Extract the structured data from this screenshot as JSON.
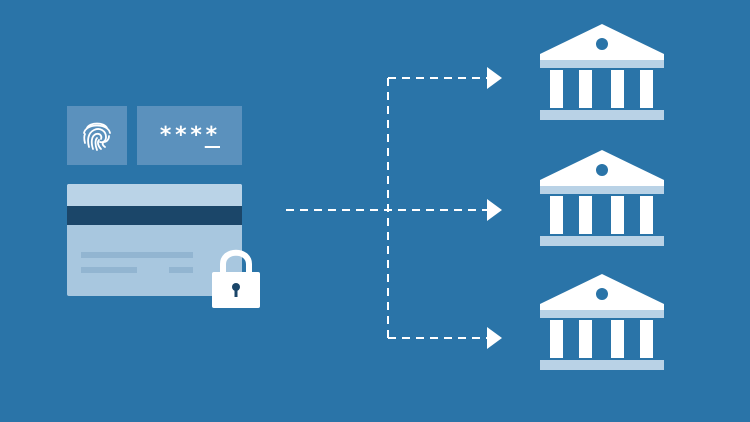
{
  "pin_tile": {
    "masked_prefix": "***",
    "masked_last": "*"
  },
  "icons": {
    "fingerprint": "fingerprint-icon",
    "lock": "padlock-icon",
    "bank": "bank-icon"
  },
  "colors": {
    "background": "#2a74a8",
    "tile": "#5b91bd",
    "card": "#a8c7df",
    "stripe": "#1b4669",
    "bank": "#ffffff",
    "bank_base": "#b9d2e6",
    "arrow": "#ffffff"
  },
  "banks": [
    {
      "id": "bank-1"
    },
    {
      "id": "bank-2"
    },
    {
      "id": "bank-3"
    }
  ]
}
